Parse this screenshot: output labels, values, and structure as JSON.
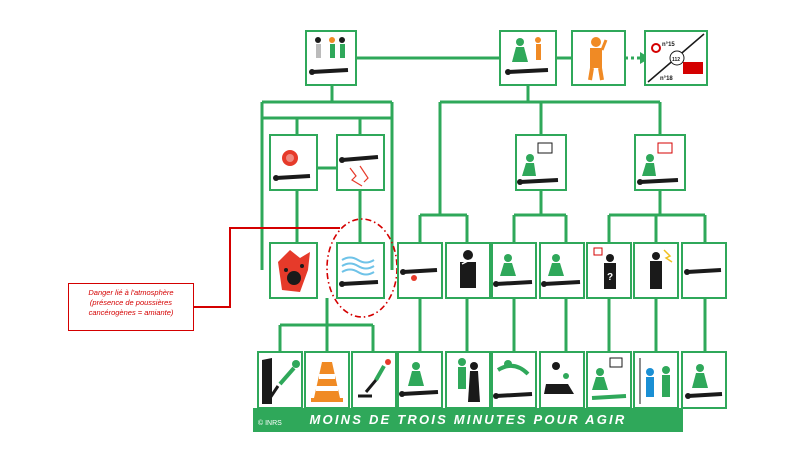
{
  "diagram": {
    "banner_text": "MOINS DE TROIS MINUTES POUR AGIR",
    "copyright": "© INRS",
    "boxes": {
      "b1": "protect-alert-icon",
      "b2": "examine-victim-icon",
      "b3": "call-for-help-icon",
      "b4": "emergency-numbers-icon"
    },
    "annotation": {
      "line1": "Danger lié à l'atmosphère",
      "line2": "(présence de poussières",
      "line3": "cancérogènes = amiante)"
    },
    "emergency_numbers": {
      "samu": "n°15",
      "pompiers": "n°18",
      "europe": "112"
    },
    "colors": {
      "green": "#2fa85a",
      "annotation_red": "#d40000",
      "orange": "#f08a24",
      "black": "#1a1a1a"
    }
  }
}
